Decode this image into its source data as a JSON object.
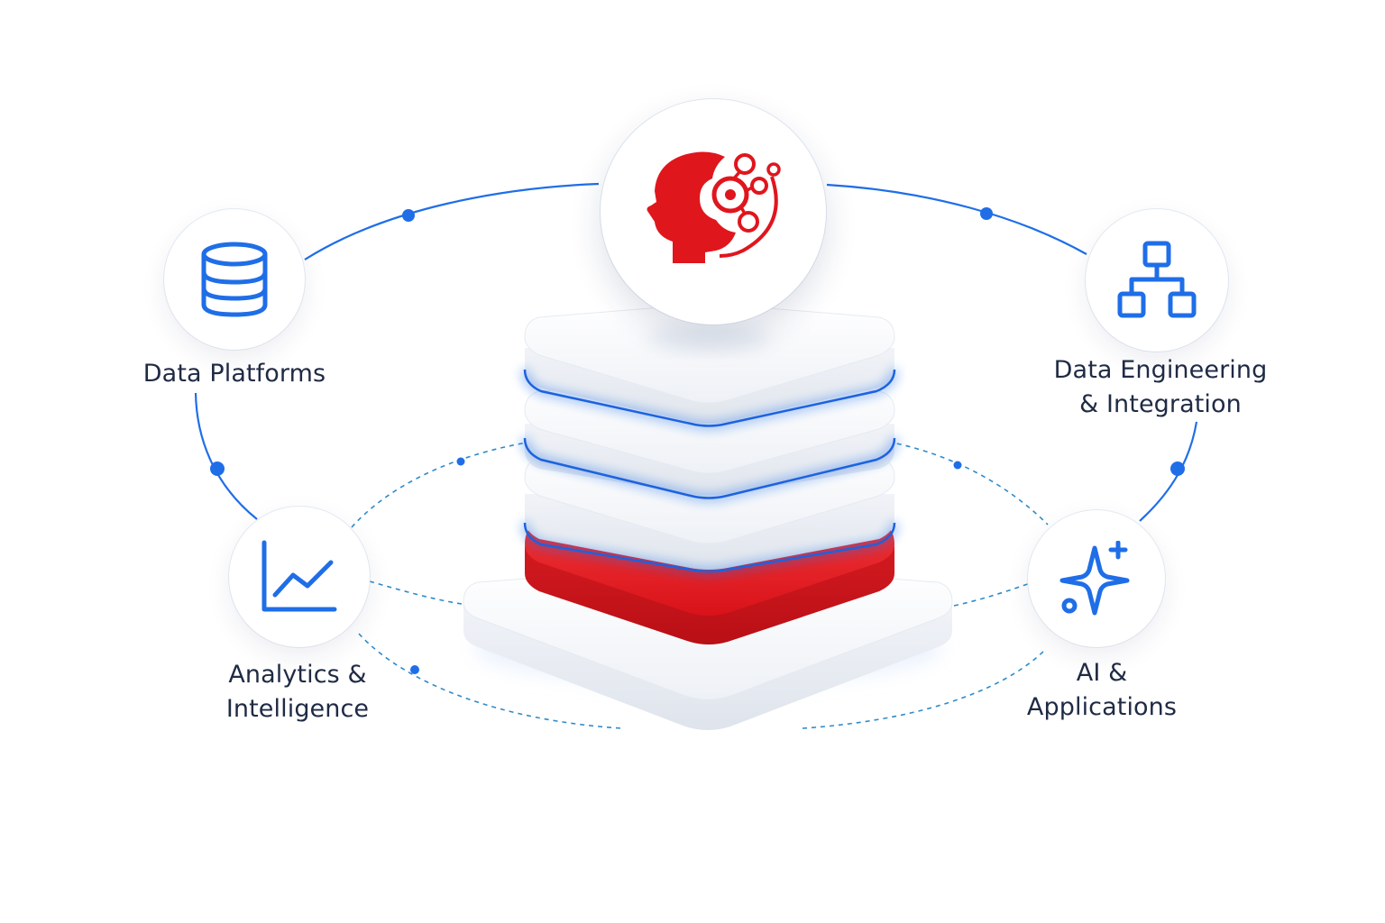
{
  "nodes": [
    {
      "label_lines": [
        "Data Platforms"
      ],
      "icon": "database-icon"
    },
    {
      "label_lines": [
        "Data Engineering",
        "& Integration"
      ],
      "icon": "hierarchy-icon"
    },
    {
      "label_lines": [
        "Analytics &",
        "Intelligence"
      ],
      "icon": "line-chart-icon"
    },
    {
      "label_lines": [
        "AI &",
        "Applications"
      ],
      "icon": "sparkle-icon"
    }
  ],
  "center": {
    "icon": "ai-brain-icon"
  },
  "colors": {
    "blue": "#1f6ee8",
    "red": "#e0161d",
    "text": "#1f2a44",
    "platform": "#f4f6fa"
  }
}
